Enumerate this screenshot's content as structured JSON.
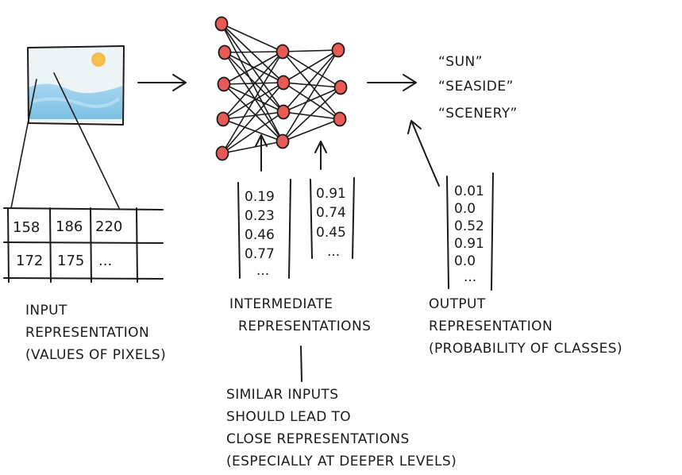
{
  "pixel_table": {
    "rows": [
      [
        "158",
        "186",
        "220"
      ],
      [
        "172",
        "175",
        "..."
      ]
    ]
  },
  "intermediate_vectors": [
    [
      "0.19",
      "0.23",
      "0.46",
      "0.77",
      "..."
    ],
    [
      "0.91",
      "0.74",
      "0.45",
      "..."
    ]
  ],
  "output_vector": [
    "0.01",
    "0.0",
    "0.52",
    "0.91",
    "0.0",
    "..."
  ],
  "output_classes": [
    "“SUN”",
    "“SEASIDE”",
    "“SCENERY”"
  ],
  "labels": {
    "input": [
      "INPUT",
      "REPRESENTATION",
      "(VALUES OF PIXELS)"
    ],
    "intermediate": [
      "INTERMEDIATE",
      "REPRESENTATIONS"
    ],
    "output": [
      "OUTPUT",
      "REPRESENTATION",
      "(PROBABILITY OF CLASSES)"
    ],
    "note": [
      "SIMILAR INPUTS",
      "SHOULD LEAD TO",
      "CLOSE REPRESENTATIONS",
      "(ESPECIALLY AT DEEPER LEVELS)"
    ]
  },
  "colors": {
    "node": "#e85a55",
    "sky": "#e9eff3",
    "sun": "#f2b12e",
    "sea": "#7fc4e8"
  }
}
